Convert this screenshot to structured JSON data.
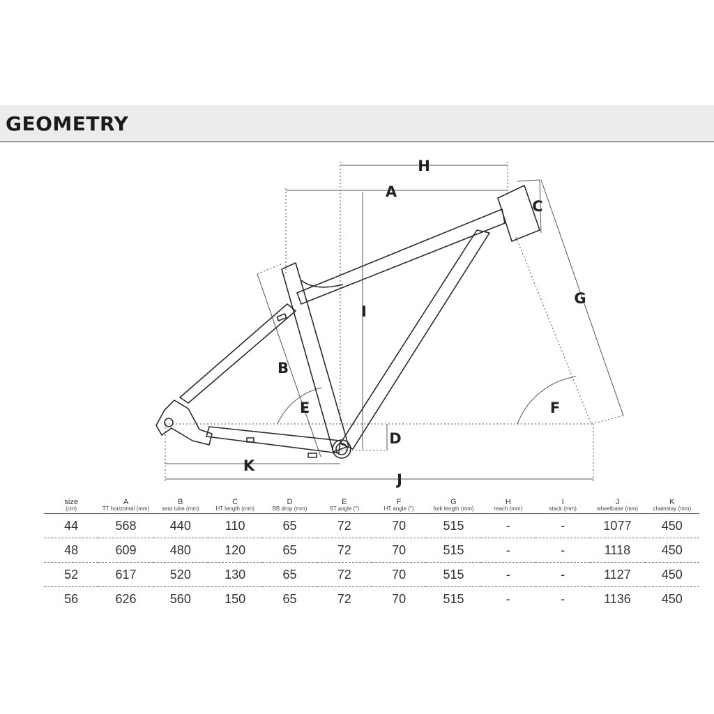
{
  "header": {
    "title": "GEOMETRY"
  },
  "diagram_labels": {
    "A": "A",
    "B": "B",
    "C": "C",
    "D": "D",
    "E": "E",
    "F": "F",
    "G": "G",
    "H": "H",
    "I": "I",
    "J": "J",
    "K": "K"
  },
  "table": {
    "columns": [
      {
        "code": "size",
        "desc": "(cm)"
      },
      {
        "code": "A",
        "desc": "TT horizontal (mm)"
      },
      {
        "code": "B",
        "desc": "seat tube (mm)"
      },
      {
        "code": "C",
        "desc": "HT length (mm)"
      },
      {
        "code": "D",
        "desc": "BB drop (mm)"
      },
      {
        "code": "E",
        "desc": "ST angle (°)"
      },
      {
        "code": "F",
        "desc": "HT angle (°)"
      },
      {
        "code": "G",
        "desc": "fork length (mm)"
      },
      {
        "code": "H",
        "desc": "reach (mm)"
      },
      {
        "code": "I",
        "desc": "stack (mm)"
      },
      {
        "code": "J",
        "desc": "wheelbase (mm)"
      },
      {
        "code": "K",
        "desc": "chainstay (mm)"
      }
    ],
    "rows": [
      [
        "44",
        "568",
        "440",
        "110",
        "65",
        "72",
        "70",
        "515",
        "-",
        "-",
        "1077",
        "450"
      ],
      [
        "48",
        "609",
        "480",
        "120",
        "65",
        "72",
        "70",
        "515",
        "-",
        "-",
        "1118",
        "450"
      ],
      [
        "52",
        "617",
        "520",
        "130",
        "65",
        "72",
        "70",
        "515",
        "-",
        "-",
        "1127",
        "450"
      ],
      [
        "56",
        "626",
        "560",
        "150",
        "65",
        "72",
        "70",
        "515",
        "-",
        "-",
        "1136",
        "450"
      ]
    ]
  }
}
